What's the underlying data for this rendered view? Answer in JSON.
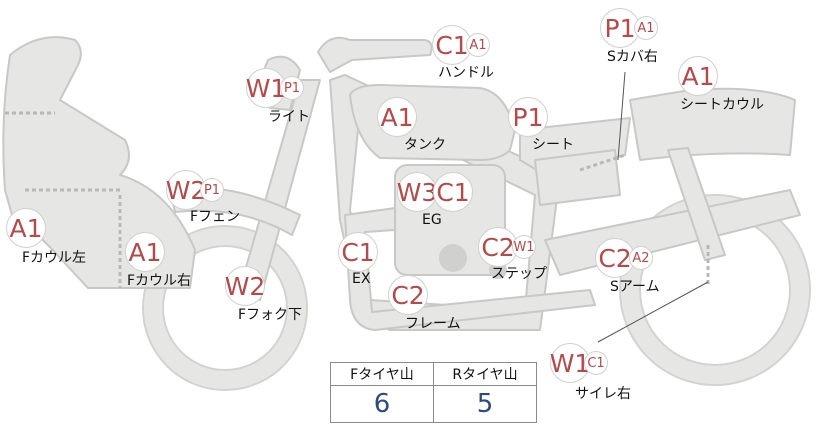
{
  "labels": {
    "handle": {
      "grade": "C1",
      "sub": "A1",
      "name": "ハンドル"
    },
    "s_cover": {
      "grade": "P1",
      "sub": "A1",
      "name": "Sカバ右"
    },
    "seat_cowl": {
      "grade": "A1",
      "name": "シートカウル"
    },
    "light": {
      "grade": "W1",
      "sub": "P1",
      "name": "ライト"
    },
    "tank": {
      "grade": "A1",
      "name": "タンク"
    },
    "seat": {
      "grade": "P1",
      "name": "シート"
    },
    "f_fender": {
      "grade": "W2",
      "sub": "P1",
      "name": "Fフェン"
    },
    "engine": {
      "grade1": "W3",
      "grade2": "C1",
      "name": "EG"
    },
    "f_cowl_left": {
      "grade": "A1",
      "name": "Fカウル左"
    },
    "f_cowl_right": {
      "grade": "A1",
      "name": "Fカウル右"
    },
    "exhaust": {
      "grade": "C1",
      "name": "EX"
    },
    "step": {
      "grade": "C2",
      "sub": "W1",
      "name": "ステップ"
    },
    "s_arm": {
      "grade": "C2",
      "sub": "A2",
      "name": "Sアーム"
    },
    "f_fork": {
      "grade": "W2",
      "name": "Fフォク下"
    },
    "frame": {
      "grade": "C2",
      "name": "フレーム"
    },
    "side_cover": {
      "grade": "W1",
      "sub": "C1",
      "name": "サイレ右"
    }
  },
  "tires": {
    "front_label": "Fタイヤ山",
    "rear_label": "Rタイヤ山",
    "front_value": "6",
    "rear_value": "5"
  },
  "colors": {
    "grade_text": "#b24b4b",
    "tire_value": "#2f4a80",
    "bike_fill": "#e6e6e4",
    "bike_stroke": "#c8c8c6"
  }
}
